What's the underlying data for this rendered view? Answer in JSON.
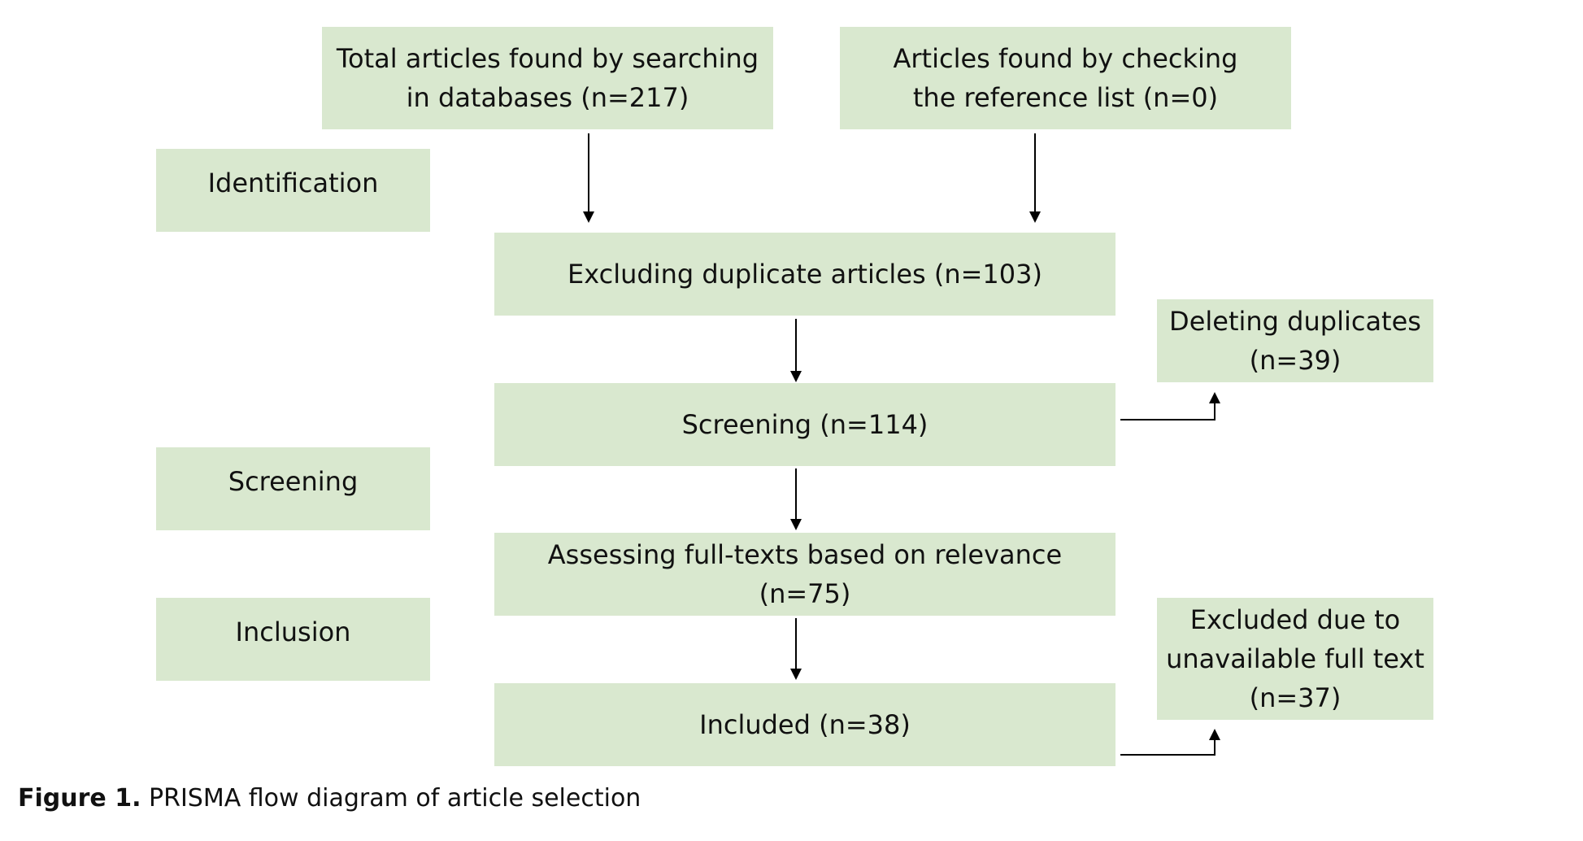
{
  "stages": {
    "identification": "Identification",
    "screening": "Screening",
    "inclusion": "Inclusion"
  },
  "boxes": {
    "databases": [
      "Total articles found by searching",
      "in databases (n=217)"
    ],
    "references": [
      "Articles found by checking",
      "the reference list (n=0)"
    ],
    "excluding_duplicates": [
      "Excluding duplicate articles (n=103)"
    ],
    "screening": [
      "Screening (n=114)"
    ],
    "assessing": [
      "Assessing full-texts based on relevance",
      "(n=75)"
    ],
    "included": [
      "Included (n=38)"
    ],
    "deleting_duplicates": [
      "Deleting duplicates",
      "(n=39)"
    ],
    "excluded_unavailable": [
      "Excluded due to",
      "unavailable full text",
      "(n=37)"
    ]
  },
  "caption": {
    "label": "Figure 1.",
    "text": " PRISMA flow diagram of article selection"
  },
  "colors": {
    "box_fill": "#d9e8cf",
    "line": "#000000"
  }
}
